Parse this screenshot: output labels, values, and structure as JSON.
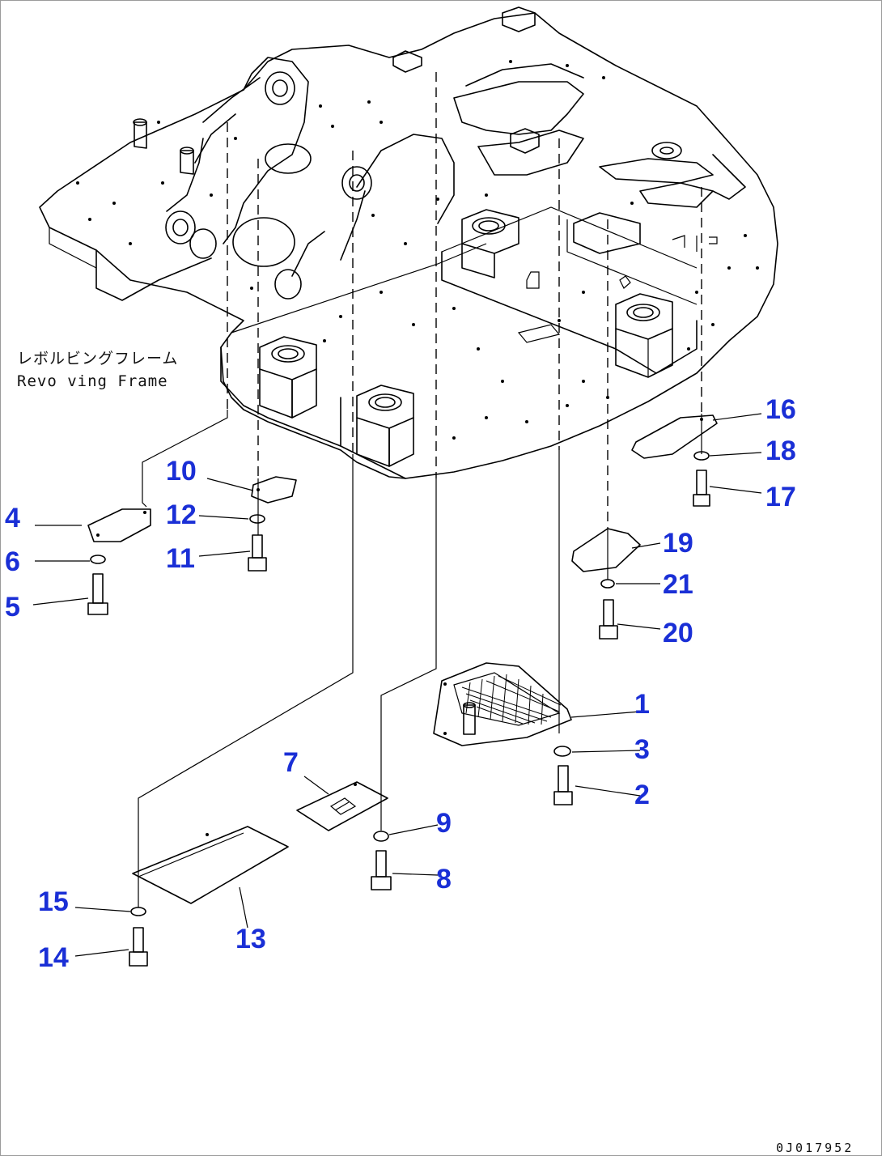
{
  "frame_label": {
    "japanese": "レボルビングフレーム",
    "english": "Revo ving Frame"
  },
  "drawing_code": "0J017952",
  "callouts": [
    "1",
    "2",
    "3",
    "4",
    "5",
    "6",
    "7",
    "8",
    "9",
    "10",
    "11",
    "12",
    "13",
    "14",
    "15",
    "16",
    "17",
    "18",
    "19",
    "20",
    "21"
  ],
  "colors": {
    "callout": "#1a2fd6",
    "line": "#000000",
    "background": "#ffffff"
  }
}
